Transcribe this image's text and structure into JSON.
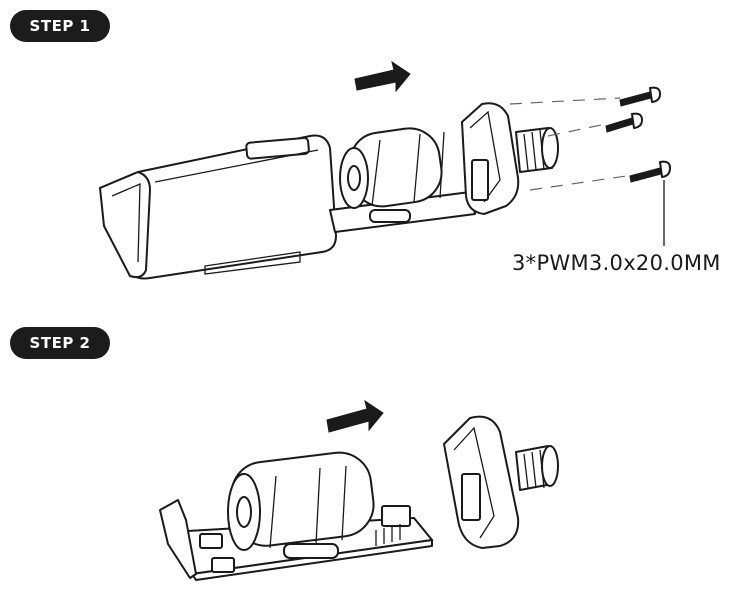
{
  "steps": [
    {
      "label": "STEP 1"
    },
    {
      "label": "STEP 2"
    }
  ],
  "screw_spec": "3*PWM3.0x20.0MM",
  "colors": {
    "badge_bg": "#1c1c1c",
    "badge_text": "#ffffff",
    "line": "#1a1a1a"
  }
}
